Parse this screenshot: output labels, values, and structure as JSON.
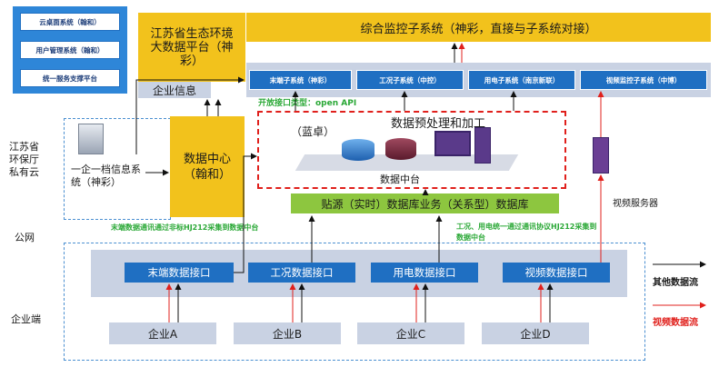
{
  "left_panel": {
    "items": [
      "云桌面系统（翰和）",
      "用户管理系统（翰和）",
      "统一服务支撑平台"
    ]
  },
  "eco_platform": {
    "title": "江苏省生态环境大数据平台（神彩）",
    "tag": "企业信息"
  },
  "data_center": {
    "title": "数据中心（翰和）"
  },
  "monitor": {
    "title": "综合监控子系统（神彩，直接与子系统对接）",
    "subsystems": [
      "末端子系统（神彩）",
      "工况子系统（中控）",
      "用电子系统（南京新联）",
      "视频监控子系统（中博）"
    ]
  },
  "open_api": "开放接口类型：open API",
  "preprocess": {
    "title": "数据预处理和加工",
    "vendor": "（蓝卓）",
    "platform": "数据中台"
  },
  "database": "贴源（实时）数据库业务（关系型）数据库",
  "sidebar_labels": {
    "province": "江苏省环保厅私有云",
    "public": "公网",
    "enterprise_end": "企业端"
  },
  "one_enterprise": "一企一档信息系统（神彩）",
  "notes": {
    "left": "末端数据通讯通过非标HJ212采集到数据中台",
    "right": "工况、用电统一通过通讯协议HJ212采集到数据中台"
  },
  "interfaces": [
    "末端数据接口",
    "工况数据接口",
    "用电数据接口",
    "视频数据接口"
  ],
  "enterprises": [
    "企业A",
    "企业B",
    "企业C",
    "企业D"
  ],
  "video_server": "视频服务器",
  "legend": {
    "other": "其他数据流",
    "video": "视频数据流"
  },
  "colors": {
    "blue": "#1f6fc2",
    "yellow": "#f2c21c",
    "green": "#8dc63f",
    "red": "#e0201c",
    "gray": "#c9d2e3"
  }
}
